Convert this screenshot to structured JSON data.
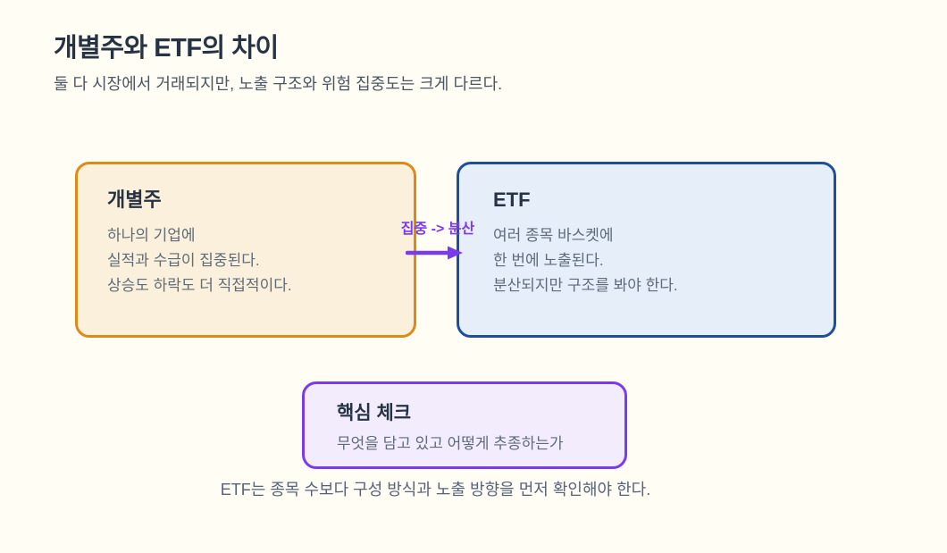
{
  "header": {
    "title": "개별주와 ETF의 차이",
    "subtitle": "둘 다 시장에서 거래되지만, 노출 구조와 위험 집중도는 크게 다르다."
  },
  "cards": {
    "stock": {
      "title": "개별주",
      "lines": [
        "하나의 기업에",
        "실적과 수급이 집중된다.",
        "상승도 하락도 더 직접적이다."
      ]
    },
    "etf": {
      "title": "ETF",
      "lines": [
        "여러 종목 바스켓에",
        "한 번에 노출된다.",
        "분산되지만 구조를 봐야 한다."
      ]
    },
    "check": {
      "title": "핵심 체크",
      "body": "무엇을 담고 있고 어떻게 추종하는가"
    }
  },
  "arrow": {
    "label": "집중 -> 분산"
  },
  "footer": {
    "note": "ETF는 종목 수보다 구성 방식과 노출 방향을 먼저 확인해야 한다."
  },
  "colors": {
    "canvas_bg": "#FFFDF4",
    "heading_text": "#263345",
    "subtitle_text": "#4A5663",
    "body_text": "#5E6B7A",
    "footer_text": "#56637A",
    "stock_border": "#DE8A15",
    "stock_bg": "#FBF0DB",
    "etf_border": "#1F4E9A",
    "etf_bg": "#E6EEFA",
    "accent_purple": "#7C3AED",
    "check_bg": "#F2ECFC"
  }
}
